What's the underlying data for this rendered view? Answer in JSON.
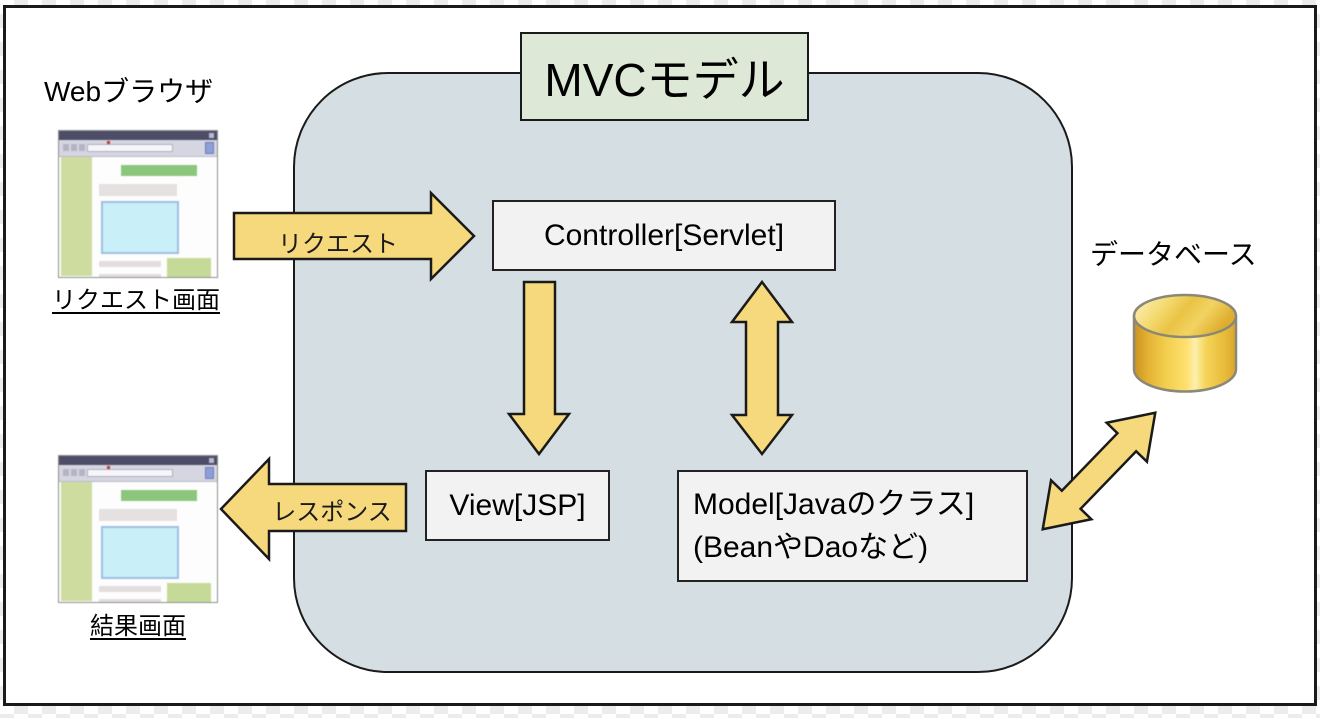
{
  "diagram": {
    "title": "MVCモデル",
    "browser_label": "Webブラウザ",
    "database_label": "データベース",
    "screens": {
      "request": "リクエスト画面",
      "result": "結果画面"
    },
    "boxes": {
      "controller": "Controller[Servlet]",
      "view": "View[JSP]",
      "model_line1": "Model[Javaのクラス]",
      "model_line2": "(BeanやDaoなど)"
    },
    "arrows": {
      "request": "リクエスト",
      "response": "レスポンス"
    },
    "icons": [
      "browser-window-icon",
      "database-cylinder-icon",
      "request-arrow",
      "response-arrow",
      "controller-to-view-arrow",
      "controller-model-arrow",
      "model-database-arrow"
    ],
    "colors": {
      "mvc_container_fill": "#d5dfe3",
      "title_box_fill": "#dde8d6",
      "node_box_fill": "#f2f2f2",
      "arrow_fill": "#f6d97c",
      "outline": "#1a1a1a",
      "database_gold": "#f3cf4e"
    }
  }
}
